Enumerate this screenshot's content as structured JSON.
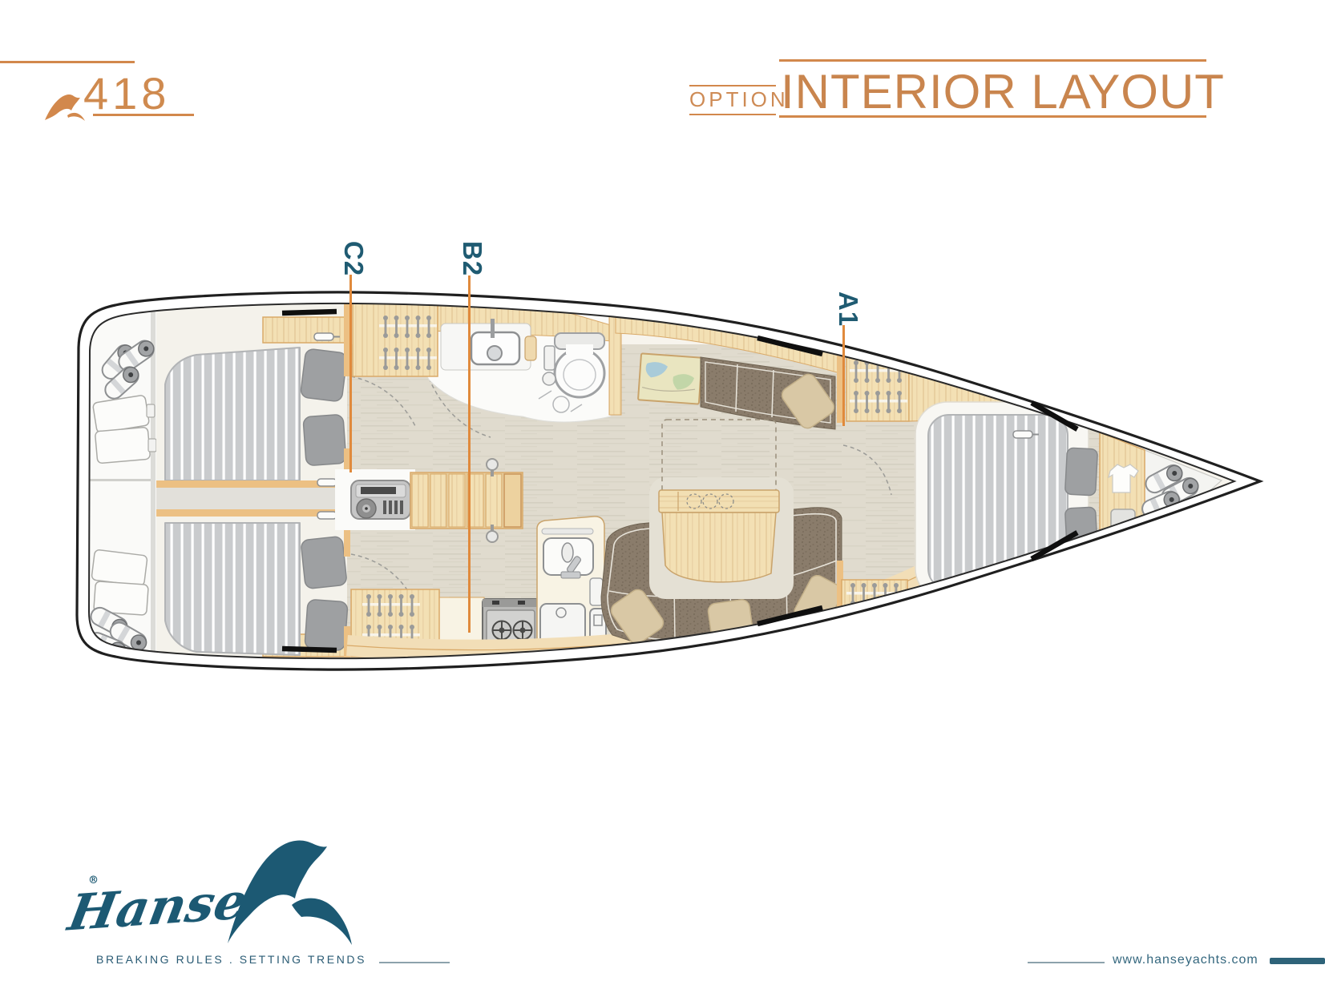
{
  "header": {
    "model": "418",
    "option_label": "OPTION",
    "title": "INTERIOR LAYOUT"
  },
  "plan": {
    "markers": [
      {
        "label": "C2"
      },
      {
        "label": "B2"
      },
      {
        "label": "A1"
      }
    ]
  },
  "footer": {
    "brand": "Hanse",
    "registered": "®",
    "tagline": "BREAKING RULES . SETTING TRENDS",
    "website": "www.hanseyachts.com"
  },
  "colors": {
    "accent_orange": "#D2884C",
    "marker_line_orange": "#E08A3C",
    "brand_teal": "#1C5973",
    "label_teal": "#1F5B72",
    "wood_light": "#F3E0B4",
    "wood_trim": "#D9A968",
    "floor_gray": "#E0DBCE",
    "mattress_gray": "#C9CBCD",
    "pillow_gray": "#9EA0A2",
    "sofa_brown": "#8A7C6B",
    "pillow_tan": "#D9C8A5",
    "hull_outline": "#1F1F1F"
  }
}
